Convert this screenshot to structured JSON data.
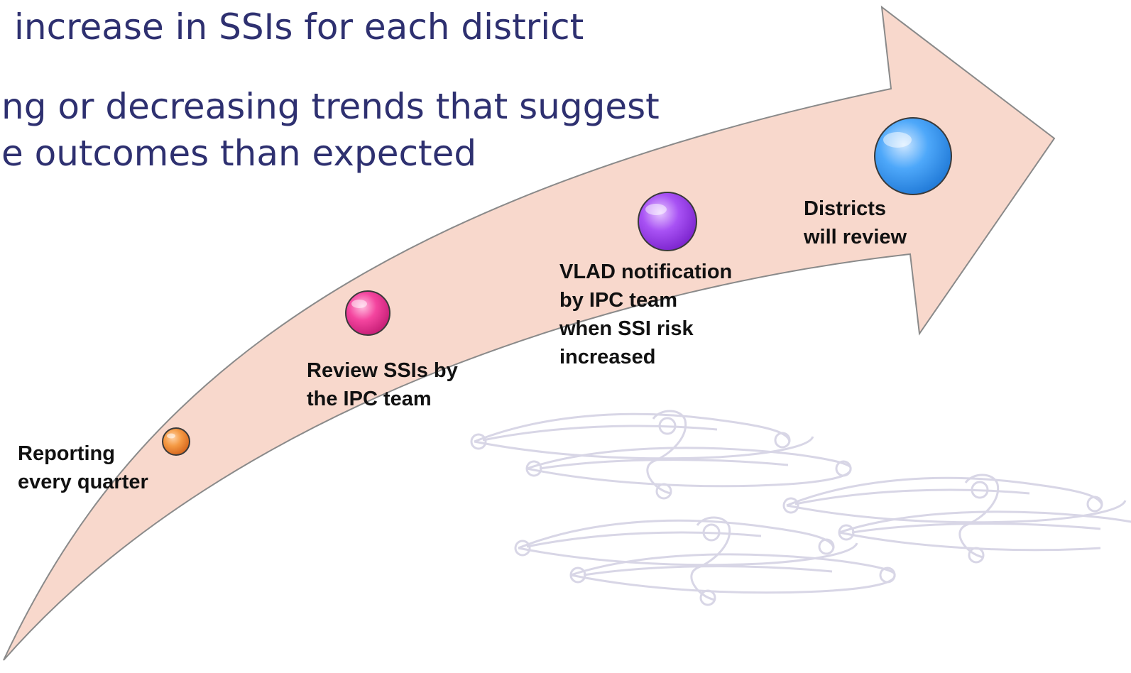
{
  "headings": [
    "increase in SSIs for each district",
    "ng or decreasing trends that suggest",
    "e outcomes than expected"
  ],
  "steps": [
    {
      "lines": [
        "Reporting",
        "every quarter"
      ],
      "marker_color": "#f08a2c"
    },
    {
      "lines": [
        "Review SSIs by",
        "the IPC team"
      ],
      "marker_color": "#f23c9a"
    },
    {
      "lines": [
        "VLAD notification",
        "by IPC team",
        "when SSI risk",
        "increased"
      ],
      "marker_color": "#a24cf0"
    },
    {
      "lines": [
        "Districts",
        "will review"
      ],
      "marker_color": "#4aa3f8"
    }
  ],
  "colors": {
    "heading_text": "#2e3070",
    "arrow_fill": "#f8d8cc",
    "arrow_stroke": "#8a8a8a",
    "watermark": "#d8d6e6"
  },
  "decoration": {
    "watermark": "koru-pattern"
  }
}
